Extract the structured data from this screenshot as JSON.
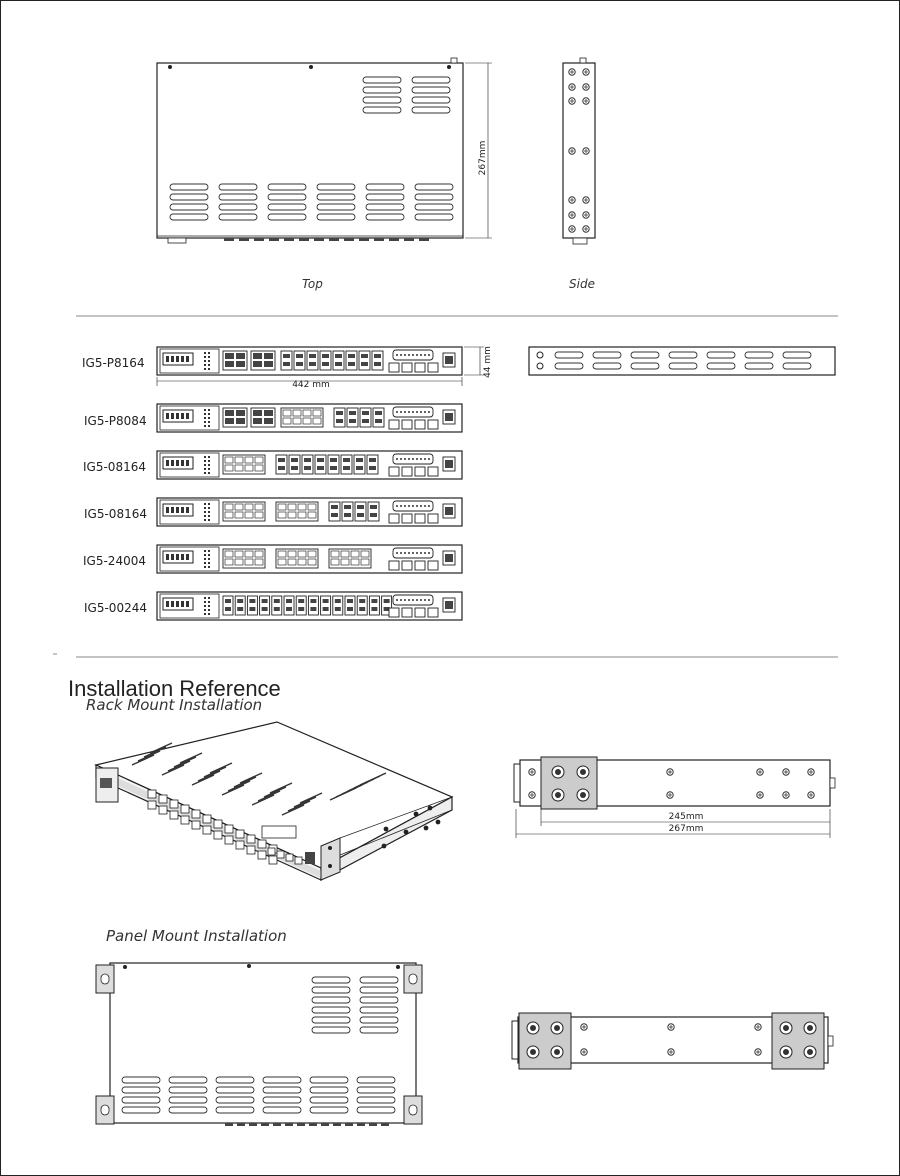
{
  "views": {
    "top_caption": "Top",
    "side_caption": "Side",
    "depth_dim": "267mm",
    "height_dim": "44 mm",
    "width_dim": "442 mm"
  },
  "models": [
    {
      "name": "IG5-P8164"
    },
    {
      "name": "IG5-P8084"
    },
    {
      "name": "IG5-08164"
    },
    {
      "name": "IG5-08164"
    },
    {
      "name": "IG5-24004"
    },
    {
      "name": "IG5-00244"
    }
  ],
  "installation": {
    "title": "Installation Reference",
    "rack_title": "Rack Mount Installation",
    "panel_title": "Panel Mount Installation",
    "rack_dim_inner": "245mm",
    "rack_dim_outer": "267mm"
  }
}
